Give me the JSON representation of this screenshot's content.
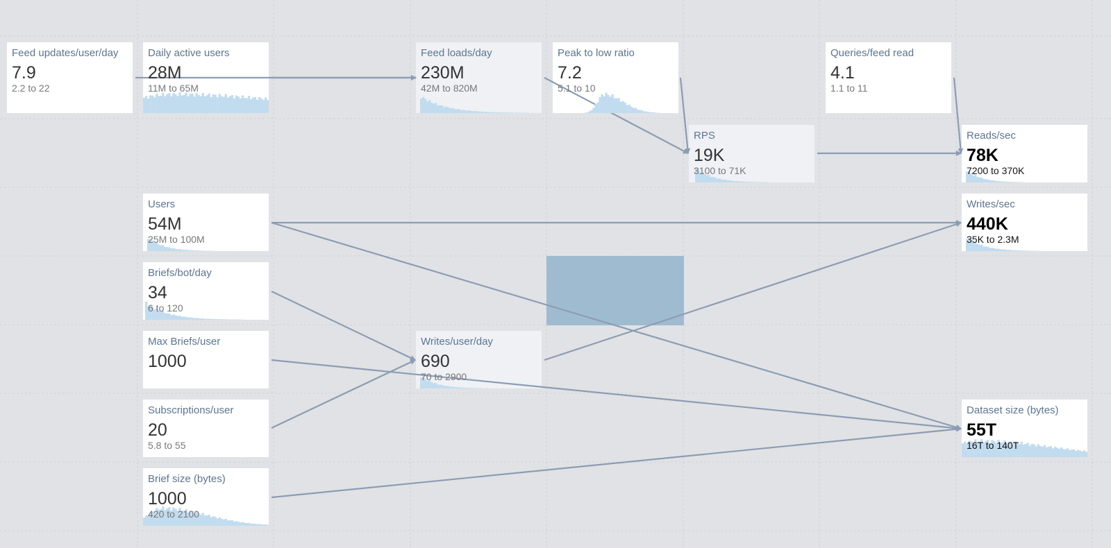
{
  "colors": {
    "background": "#e1e2e5",
    "card": "#ffffff",
    "card_shaded": "#eff1f5",
    "title": "#5c7591",
    "edge": "#8b9db3",
    "histogram": "#c2dcef",
    "selection": "#9fbbd0"
  },
  "nodes": {
    "feed_updates": {
      "title": "Feed updates/user/day",
      "value": "7.9",
      "range": "2.2 to 22"
    },
    "daily_active_users": {
      "title": "Daily active users",
      "value": "28M",
      "range": "11M to 65M"
    },
    "feed_loads": {
      "title": "Feed loads/day",
      "value": "230M",
      "range": "42M to 820M"
    },
    "peak_to_low": {
      "title": "Peak to low ratio",
      "value": "7.2",
      "range": "5.1 to 10"
    },
    "queries_feed_read": {
      "title": "Queries/feed read",
      "value": "4.1",
      "range": "1.1 to 11"
    },
    "rps": {
      "title": "RPS",
      "value": "19K",
      "range": "3100 to 71K"
    },
    "reads_sec": {
      "title": "Reads/sec",
      "value": "78K",
      "range": "7200 to 370K"
    },
    "users": {
      "title": "Users",
      "value": "54M",
      "range": "25M to 100M"
    },
    "writes_sec": {
      "title": "Writes/sec",
      "value": "440K",
      "range": "35K to 2.3M"
    },
    "briefs_bot_day": {
      "title": "Briefs/bot/day",
      "value": "34",
      "range": "6 to 120"
    },
    "max_briefs_user": {
      "title": "Max Briefs/user",
      "value": "1000"
    },
    "writes_user_day": {
      "title": "Writes/user/day",
      "value": "690",
      "range": "70 to 2900"
    },
    "subscriptions_user": {
      "title": "Subscriptions/user",
      "value": "20",
      "range": "5.8 to 55"
    },
    "dataset_size": {
      "title": "Dataset size (bytes)",
      "value": "55T",
      "range": "16T to 140T"
    },
    "brief_size": {
      "title": "Brief size (bytes)",
      "value": "1000",
      "range": "420 to 2100"
    }
  }
}
